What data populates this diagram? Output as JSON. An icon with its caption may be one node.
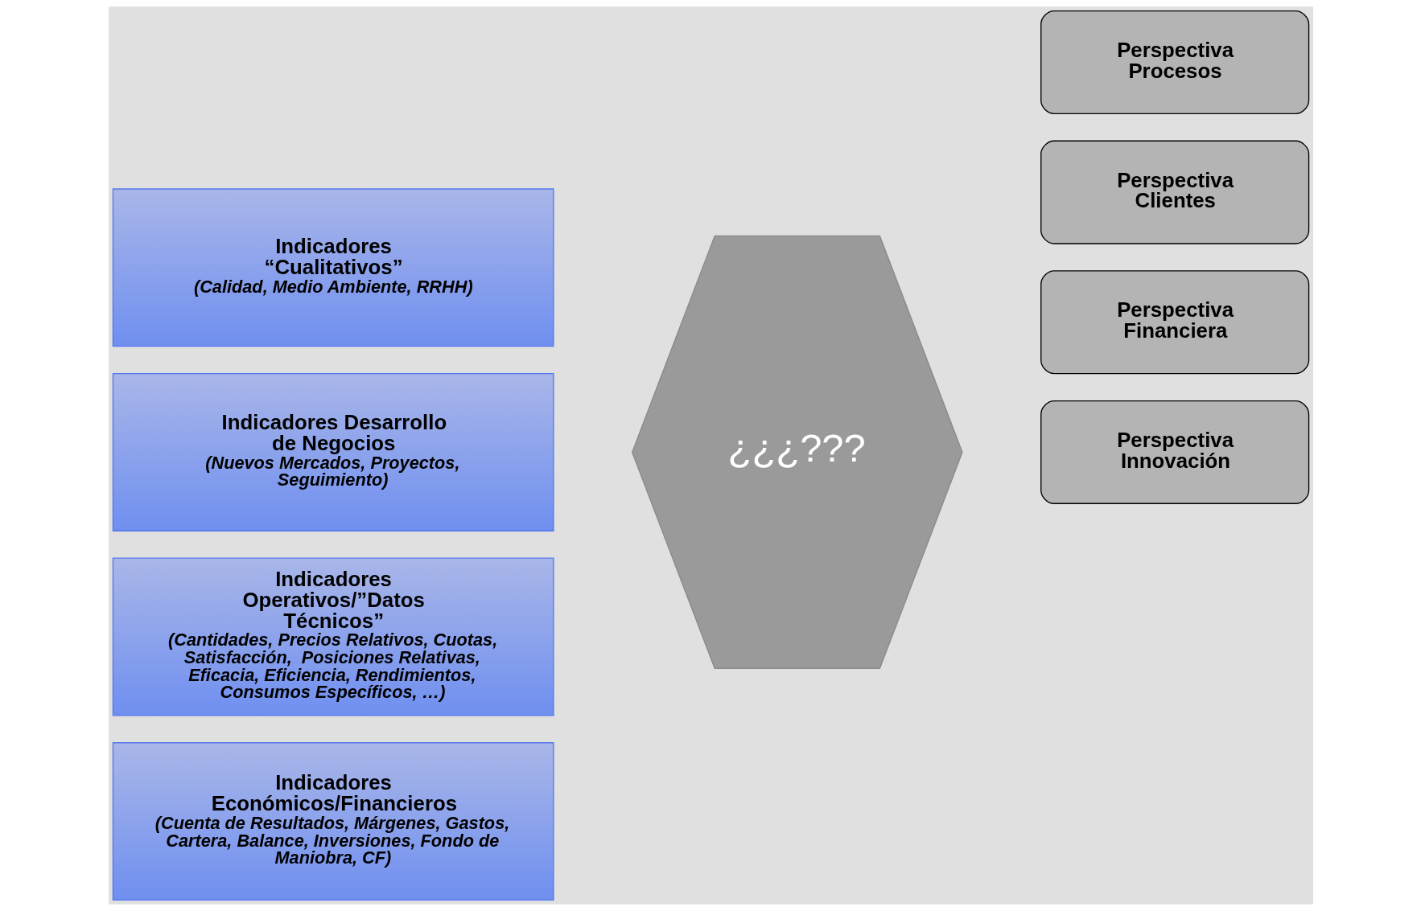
{
  "diagram": {
    "nodes": [
      {
        "text": [
          "Indicadores Económicos/Financieros",
          "(Cuenta de Resultados, Márgenes, Gastos, Cartera, Balance, Inversiones, Fondo de Maniobra, CF)"
        ]
      },
      {
        "text": [
          "Indicadores Operativos/”Datos Técnicos”",
          "(Cantidades, Precios Relativos, Cuotas, Satisfacción,  Posiciones Relativas, Eficacia, Eficiencia, Rendimientos, Consumos Específicos, …)"
        ]
      },
      {
        "text": [
          "Indicadores Desarrollo de Negocios",
          "(Nuevos Mercados, Proyectos, Seguimiento)"
        ]
      },
      {
        "text": [
          "Indicadores “Cualitativos”",
          "(Calidad, Medio Ambiente, RRHH)"
        ]
      },
      {
        "text": [
          "¿¿¿???"
        ]
      },
      {
        "text": [
          "Perspectiva Financiera"
        ]
      },
      {
        "text": [
          "Perspectiva Clientes"
        ]
      },
      {
        "text": [
          "Perspectiva Innovación"
        ]
      },
      {
        "text": [
          "Perspectiva Procesos"
        ]
      }
    ]
  }
}
